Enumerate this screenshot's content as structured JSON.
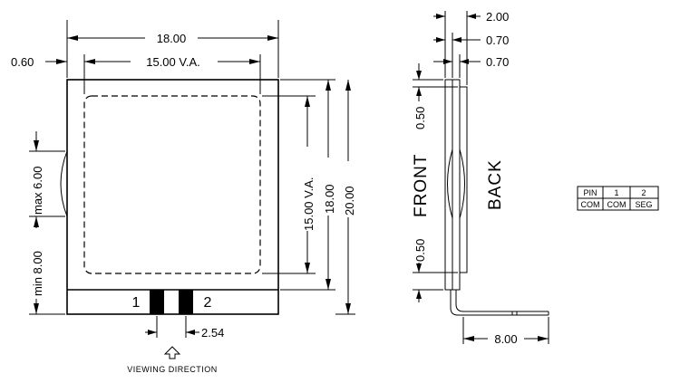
{
  "front_view": {
    "dim_width": "18.00",
    "dim_va_width": "15.00 V.A.",
    "dim_left_offset": "0.60",
    "dim_max": "max 6.00",
    "dim_min": "min 8.00",
    "dim_va_height": "15.00 V.A.",
    "dim_height_inner": "18.00",
    "dim_height_outer": "20.00",
    "pin_label_1": "1",
    "pin_label_2": "2",
    "dim_pin_pitch": "2.54",
    "viewing_direction": "VIEWING DIRECTION"
  },
  "side_view": {
    "dim_total_thickness": "2.00",
    "dim_layer_1": "0.70",
    "dim_layer_2": "0.70",
    "dim_top_margin": "0.50",
    "dim_bottom_margin": "0.50",
    "label_front": "FRONT",
    "label_back": "BACK",
    "dim_pin_length": "8.00"
  },
  "pin_table": {
    "headers": [
      "PIN",
      "1",
      "2"
    ],
    "row": [
      "COM",
      "COM",
      "SEG"
    ]
  }
}
